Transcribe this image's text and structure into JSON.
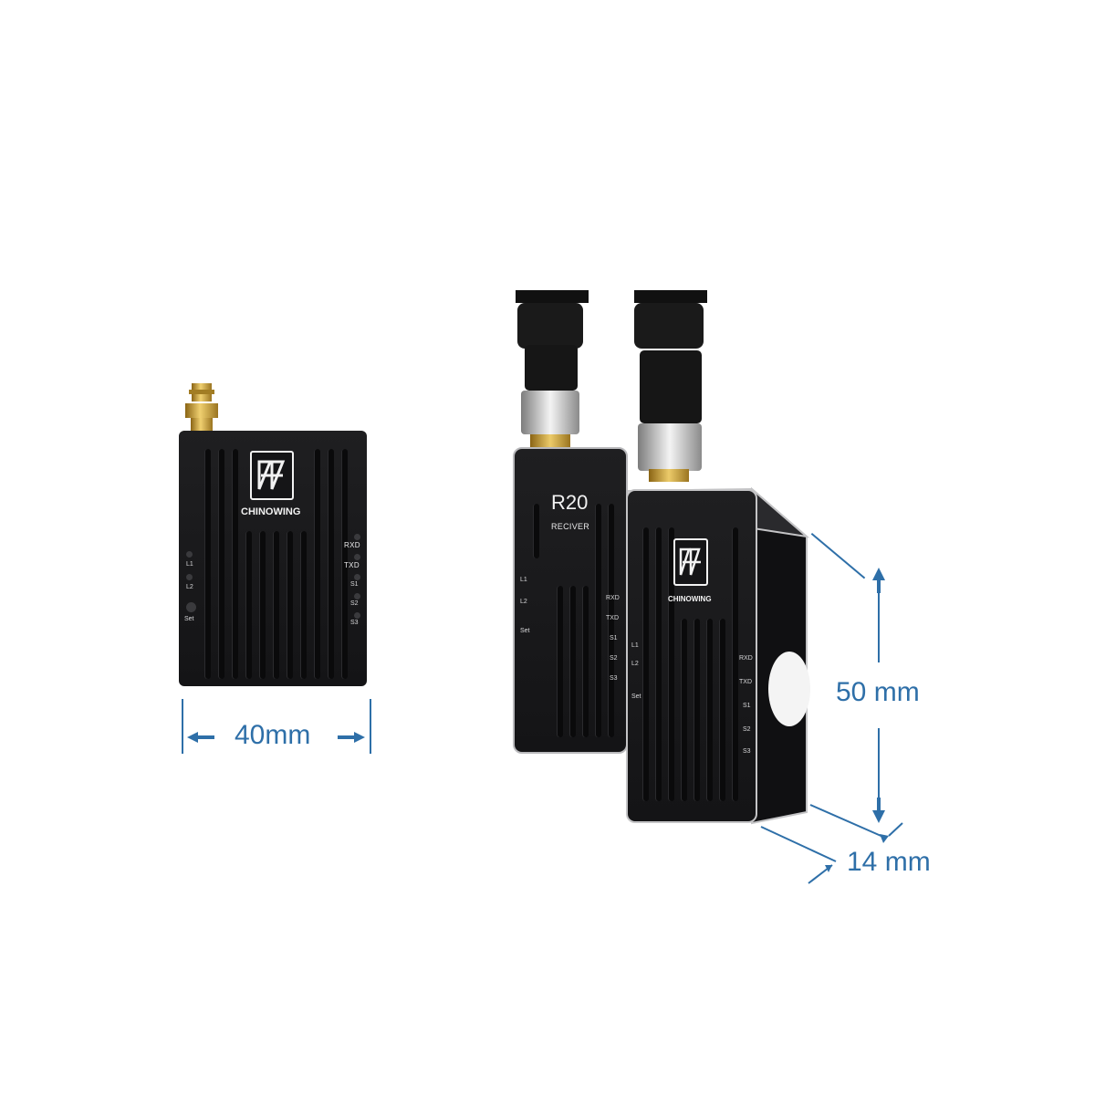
{
  "dimensions": {
    "width_label": "40mm",
    "height_label": "50 mm",
    "depth_label": "14 mm",
    "color": "#2e6fa8"
  },
  "transmitter": {
    "brand": "CHINOWING",
    "right_labels": [
      "RXD",
      "TXD",
      "S1",
      "S2",
      "S3"
    ],
    "left_labels": [
      "L1",
      "L2",
      "Set"
    ]
  },
  "receiver_front": {
    "model": "R20",
    "subtitle": "RECIVER",
    "right_labels": [
      "RXD",
      "TXD",
      "S1",
      "S2",
      "S3"
    ],
    "left_labels": [
      "L1",
      "L2",
      "Set"
    ]
  },
  "receiver_back": {
    "brand": "CHINOWING",
    "right_labels": [
      "RXD",
      "TXD",
      "S1",
      "S2",
      "S3"
    ],
    "left_labels": [
      "L1",
      "L2",
      "Set"
    ]
  },
  "colors": {
    "module": "#18181a",
    "connector_gold": "#c9a13b",
    "nut_silver": "#c8c8c8"
  }
}
